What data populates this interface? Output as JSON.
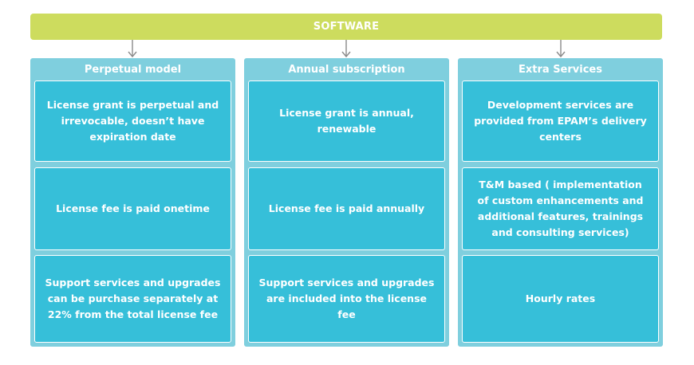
{
  "banner": {
    "label": "SOFTWARE"
  },
  "columns": [
    {
      "title": "Perpetual model",
      "cards": [
        "License grant is perpetual and irrevocable, doesn’t have expiration date",
        "License fee is paid onetime",
        "Support services and upgrades can be purchase separately at 22% from the total license fee"
      ]
    },
    {
      "title": "Annual subscription",
      "cards": [
        "License grant is annual, renewable",
        "License fee is paid annually",
        "Support services and upgrades are included into the license fee"
      ]
    },
    {
      "title": "Extra Services",
      "cards": [
        "Development services are provided from EPAM’s delivery centers",
        "T&M based ( implementation of custom enhancements and additional features, trainings and consulting services)",
        "Hourly rates"
      ]
    }
  ],
  "colors": {
    "banner": "#cddc5e",
    "column": "#7fcfde",
    "card": "#36bfd9",
    "arrow": "#8a8a8a"
  }
}
